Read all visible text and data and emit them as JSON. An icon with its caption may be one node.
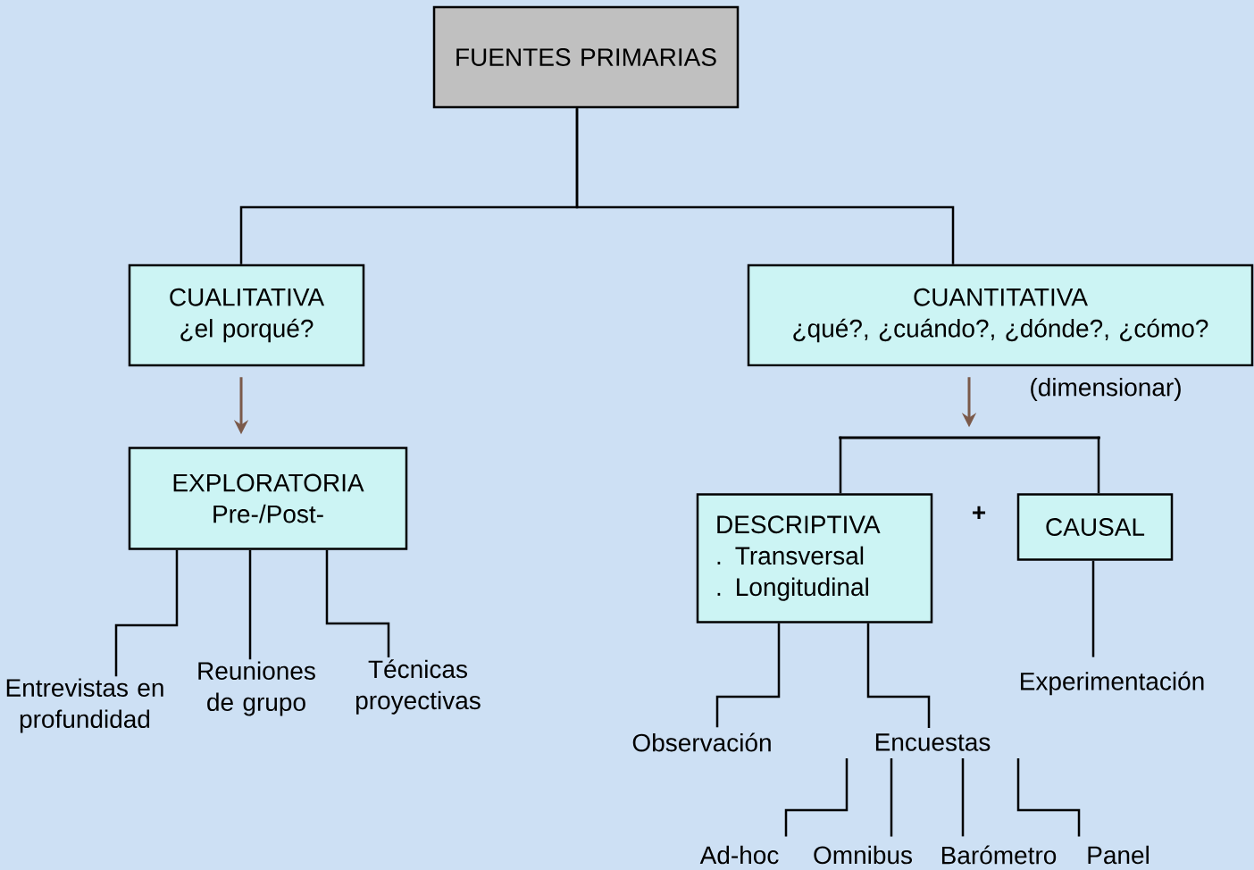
{
  "diagram": {
    "nodes": [
      {
        "text": [
          "FUENTES PRIMARIAS"
        ]
      },
      {
        "text": [
          "CUALITATIVA",
          "¿el porqué?"
        ]
      },
      {
        "text": [
          "CUANTITATIVA",
          "¿qué?, ¿cuándo?, ¿dónde?, ¿cómo?"
        ],
        "beside": [
          "(dimensionar)"
        ]
      },
      {
        "text": [
          "EXPLORATORIA",
          "Pre-/Post-"
        ]
      },
      {
        "text": [
          "DESCRIPTIVA",
          ". Transversal",
          ". Longitudinal"
        ]
      },
      {
        "text": [
          "CAUSAL"
        ]
      },
      {
        "text": [
          "Entrevistas en profundidad"
        ]
      },
      {
        "text": [
          "Reuniones de grupo"
        ]
      },
      {
        "text": [
          "Técnicas proyectivas"
        ]
      },
      {
        "text": [
          "Experimentación"
        ]
      },
      {
        "text": [
          "Observación"
        ]
      },
      {
        "text": [
          "Encuestas"
        ]
      },
      {
        "text": [
          "Ad-hoc"
        ]
      },
      {
        "text": [
          "Omnibus"
        ]
      },
      {
        "text": [
          "Barómetro"
        ]
      },
      {
        "text": [
          "Panel"
        ]
      },
      {
        "text": [],
        "shape": "bar"
      }
    ],
    "edges": [
      {
        "from": 0,
        "to": 1,
        "arrow": "none"
      },
      {
        "from": 0,
        "to": 2,
        "arrow": "none"
      },
      {
        "from": 1,
        "to": 3,
        "arrow": "to",
        "color": "#7b5a4a"
      },
      {
        "from": 2,
        "to": 16,
        "arrow": "to",
        "color": "#7b5a4a"
      },
      {
        "from": 16,
        "to": 4,
        "arrow": "none"
      },
      {
        "from": 16,
        "to": 5,
        "arrow": "none"
      },
      {
        "from": 3,
        "to": 6,
        "arrow": "none"
      },
      {
        "from": 3,
        "to": 7,
        "arrow": "none"
      },
      {
        "from": 3,
        "to": 8,
        "arrow": "none"
      },
      {
        "from": 4,
        "to": 10,
        "arrow": "none"
      },
      {
        "from": 4,
        "to": 11,
        "arrow": "none"
      },
      {
        "from": 5,
        "to": 9,
        "arrow": "none"
      },
      {
        "from": 11,
        "to": 12,
        "arrow": "none"
      },
      {
        "from": 11,
        "to": 13,
        "arrow": "none"
      },
      {
        "from": 11,
        "to": 14,
        "arrow": "none"
      },
      {
        "from": 11,
        "to": 15,
        "arrow": "none"
      }
    ],
    "labels": [
      "+"
    ]
  }
}
